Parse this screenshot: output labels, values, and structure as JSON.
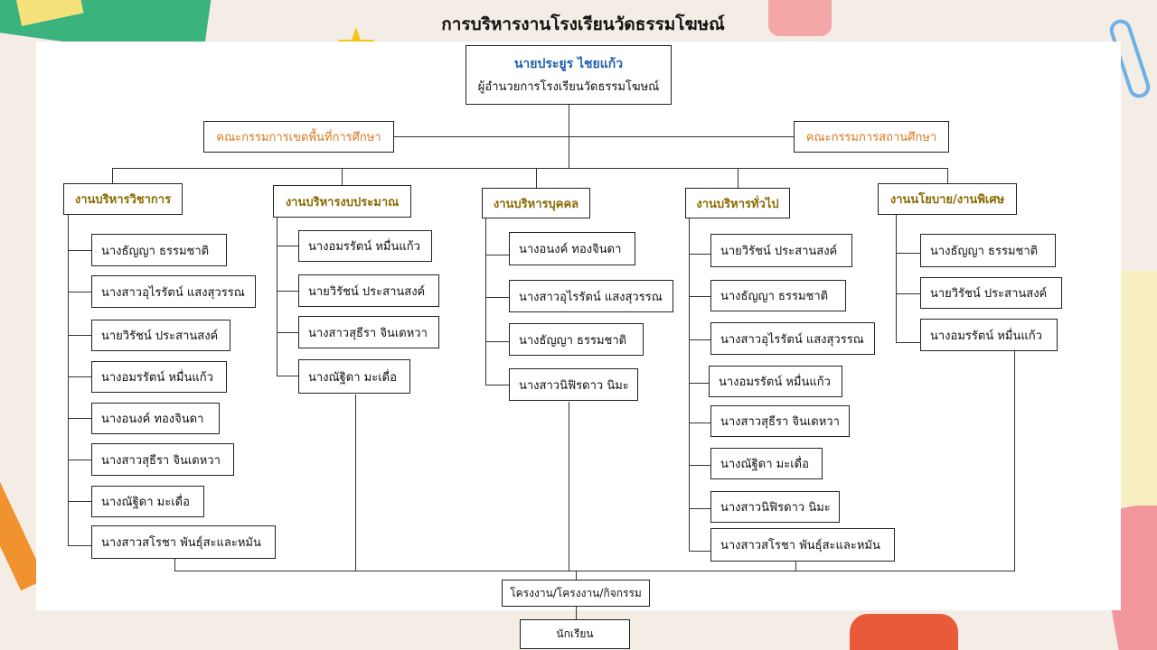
{
  "title": "การบริหารงานโรงเรียนวัดธรรมโฆษณ์",
  "director": {
    "name": "นายประยูร ไชยแก้ว",
    "position": "ผู้อำนวยการโรงเรียนวัดธรรมโฆษณ์"
  },
  "committees": {
    "left": "คณะกรรมการเขตพื้นที่การศึกษา",
    "right": "คณะกรรมการสถานศึกษา"
  },
  "departments": [
    {
      "name": "งานบริหารวิชาการ",
      "members": [
        "นางธัญญา ธรรมชาติ",
        "นางสาวอุไรรัตน์ แสงสุวรรณ",
        "นายวิรัชน์ ประสานสงค์",
        "นางอมรรัตน์ หมื่นแก้ว",
        "นางอนงค์ ทองจินดา",
        "นางสาวสุธีรา จินเดหวา",
        "นางณัฐิดา มะเดื่อ",
        "นางสาวสโรชา พันธุ์สะและหมัน"
      ]
    },
    {
      "name": "งานบริหารงบประมาณ",
      "members": [
        "นางอมรรัตน์ หมื่นแก้ว",
        "นายวิรัชน์ ประสานสงค์",
        "นางสาวสุธีรา จินเดหวา",
        "นางณัฐิดา มะเดื่อ"
      ]
    },
    {
      "name": "งานบริหารบุคคล",
      "members": [
        "นางอนงค์ ทองจินดา",
        "นางสาวอุไรรัตน์ แสงสุวรรณ",
        "นางธัญญา ธรรมชาติ",
        "นางสาวนิฟิรดาว นิมะ"
      ]
    },
    {
      "name": "งานบริหารทั่วไป",
      "members": [
        "นายวิรัชน์ ประสานสงค์",
        "นางธัญญา ธรรมชาติ",
        "นางสาวอุไรรัตน์ แสงสุวรรณ",
        "นางอมรรัตน์ หมื่นแก้ว",
        "นางสาวสุธีรา จินเดหวา",
        "นางณัฐิดา มะเดื่อ",
        "นางสาวนิฟิรดาว นิมะ",
        "นางสาวสโรชา พันธุ์สะและหมัน"
      ]
    },
    {
      "name": "งานนโยบาย/งานพิเศษ",
      "members": [
        "นางธัญญา ธรรมชาติ",
        "นายวิรัชน์ ประสานสงค์",
        "นางอมรรัตน์ หมื่นแก้ว"
      ]
    }
  ],
  "projects": "โครงงาน/โครงงาน/กิจกรรม",
  "students": "นักเรียน",
  "colors": {
    "director_name": "#1f5fb0",
    "department_heading": "#8a6a00",
    "committee_text": "#d9781e",
    "board": "#ffffff",
    "page_background": "#f3ede6"
  }
}
